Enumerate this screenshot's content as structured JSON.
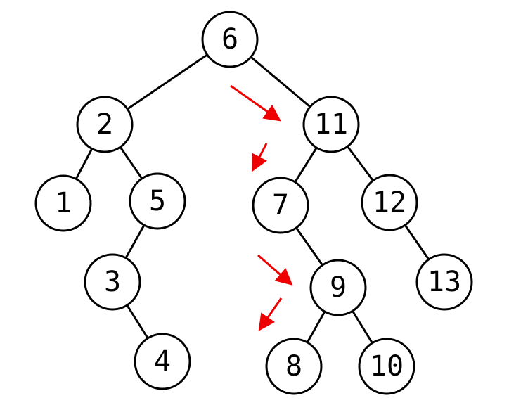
{
  "colors": {
    "node_stroke": "#000000",
    "node_fill": "#ffffff",
    "arrow": "#ee0000"
  },
  "nodes": [
    {
      "id": "n6",
      "label": "6"
    },
    {
      "id": "n2",
      "label": "2"
    },
    {
      "id": "n11",
      "label": "11"
    },
    {
      "id": "n1",
      "label": "1"
    },
    {
      "id": "n5",
      "label": "5"
    },
    {
      "id": "n7",
      "label": "7"
    },
    {
      "id": "n12",
      "label": "12"
    },
    {
      "id": "n3",
      "label": "3"
    },
    {
      "id": "n9",
      "label": "9"
    },
    {
      "id": "n13",
      "label": "13"
    },
    {
      "id": "n4",
      "label": "4"
    },
    {
      "id": "n8",
      "label": "8"
    },
    {
      "id": "n10",
      "label": "10"
    }
  ],
  "edges": [
    [
      "n6",
      "n2"
    ],
    [
      "n6",
      "n11"
    ],
    [
      "n2",
      "n1"
    ],
    [
      "n2",
      "n5"
    ],
    [
      "n5",
      "n3"
    ],
    [
      "n3",
      "n4"
    ],
    [
      "n11",
      "n7"
    ],
    [
      "n11",
      "n12"
    ],
    [
      "n7",
      "n9"
    ],
    [
      "n12",
      "n13"
    ],
    [
      "n9",
      "n8"
    ],
    [
      "n9",
      "n10"
    ]
  ],
  "search_path": [
    "n6",
    "n11",
    "n7",
    "n9",
    "n8"
  ]
}
